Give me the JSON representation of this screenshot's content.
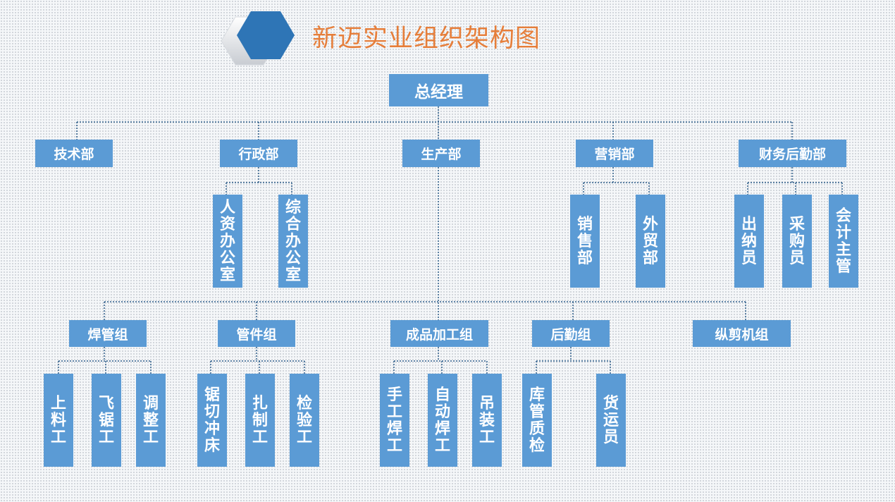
{
  "header": {
    "title": "新迈实业组织架构图",
    "accent_color": "#2e75b6",
    "title_color": "#e67e3a",
    "decor_icon": "hexagon-icon"
  },
  "box_color": "#5b9bd5",
  "line_color": "#2f5f8a",
  "org": {
    "root": "总经理",
    "departments": [
      "技术部",
      "行政部",
      "生产部",
      "营销部",
      "财务后勤部"
    ],
    "admin_subunits": [
      "人资办公室",
      "综合办公室"
    ],
    "sales_subunits": [
      "销售部",
      "外贸部"
    ],
    "finance_subunits": [
      "出纳员",
      "采购员",
      "会计主管"
    ],
    "groups": [
      "焊管组",
      "管件组",
      "成品加工组",
      "后勤组",
      "纵剪机组"
    ],
    "welded_pipe_staff": [
      "上料工",
      "飞锯工",
      "调整工"
    ],
    "pipe_fitting_staff": [
      "锯切冲床",
      "扎制工",
      "检验工"
    ],
    "finished_product_staff": [
      "手工焊工",
      "自动焊工",
      "吊装工"
    ],
    "logistics_staff": [
      "库管质检",
      "货运员"
    ]
  }
}
